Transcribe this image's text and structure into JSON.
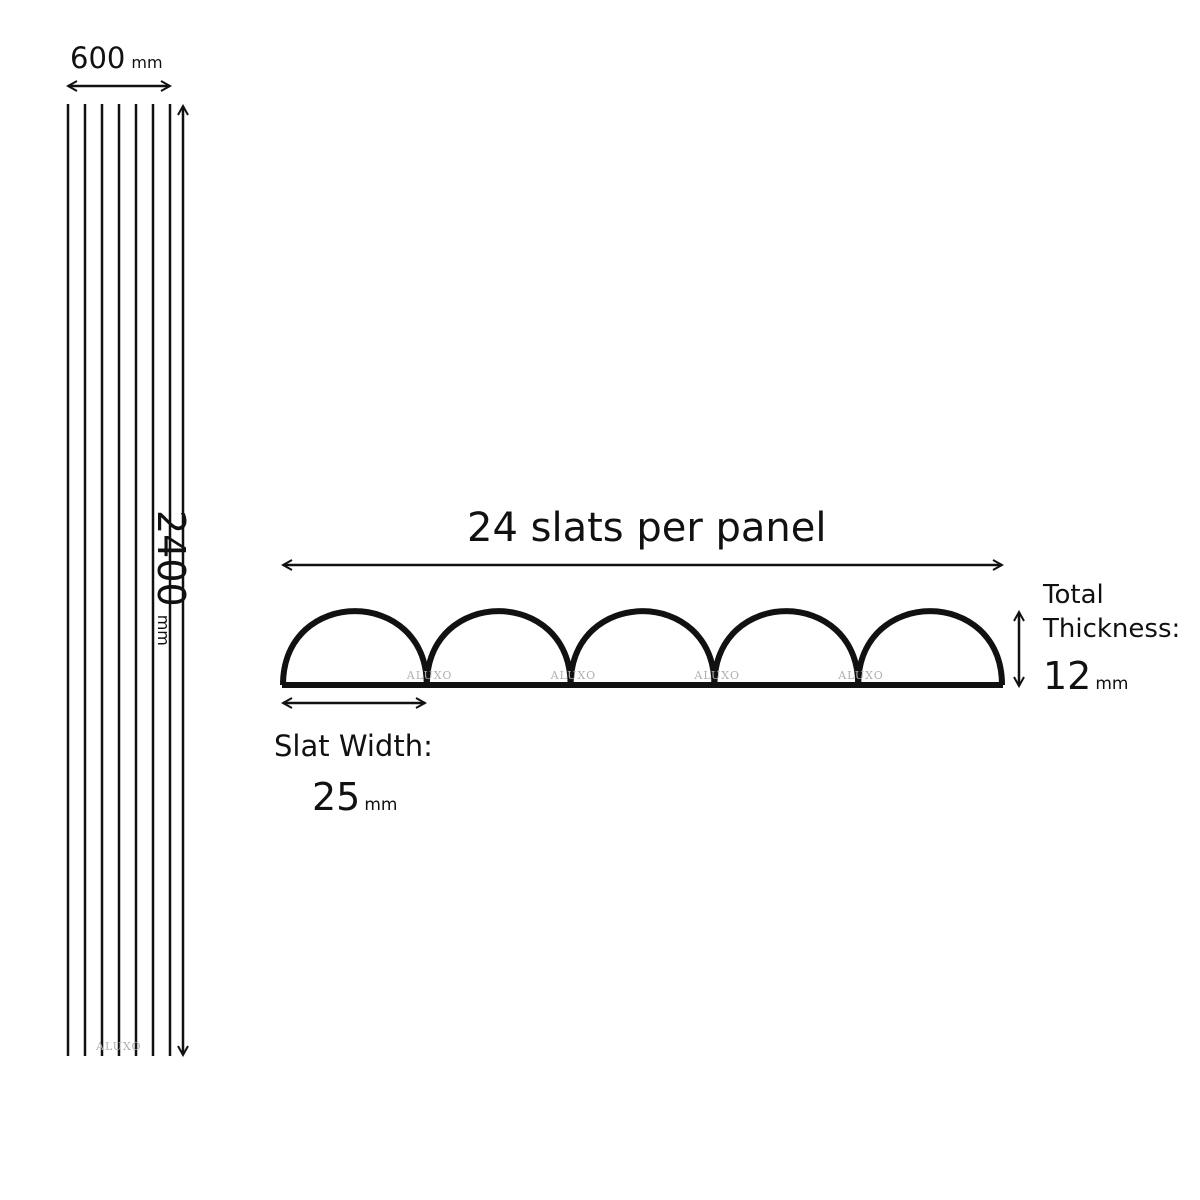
{
  "panel_front": {
    "width_value": "600",
    "width_unit": "mm",
    "height_value": "2400",
    "height_unit": "mm",
    "slat_lines": 7
  },
  "profile": {
    "slats_label": "24 slats per panel",
    "arch_count": 5,
    "slat_width_label": "Slat Width:",
    "slat_width_value": "25",
    "slat_width_unit": "mm",
    "thickness_label_line1": "Total",
    "thickness_label_line2": "Thickness:",
    "thickness_value": "12",
    "thickness_unit": "mm"
  },
  "watermark": "ALUXO",
  "colors": {
    "ink": "#111111",
    "watermark": "#b0b0b0",
    "background": "#ffffff"
  }
}
